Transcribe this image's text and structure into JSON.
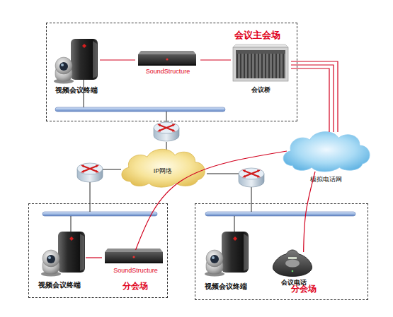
{
  "diagram": {
    "nodes": [
      {
        "text": [
          "会议主会场"
        ]
      },
      {
        "text": [
          "视频会议终端"
        ],
        "in": 0
      },
      {
        "text": [
          "SoundStructure"
        ],
        "in": 0
      },
      {
        "text": [
          "会议桥"
        ],
        "in": 0
      },
      {
        "text": [
          "IP网络"
        ]
      },
      {
        "text": [
          "模拟电话网"
        ]
      },
      {
        "text": [
          "分会场"
        ]
      },
      {
        "text": [
          "视频会议终端"
        ],
        "in": 6
      },
      {
        "text": [
          "SoundStructure"
        ],
        "in": 6
      },
      {
        "text": [
          "分会场"
        ]
      },
      {
        "text": [
          "视频会议终端"
        ],
        "in": 9
      },
      {
        "text": [
          "会议电话"
        ],
        "in": 9
      }
    ],
    "edges": [
      {
        "from": 1,
        "to": 2,
        "arrow": "none"
      },
      {
        "from": 2,
        "to": 3,
        "arrow": "none"
      },
      {
        "from": 3,
        "to": 5,
        "arrow": "none"
      },
      {
        "from": 3,
        "to": 5,
        "arrow": "none"
      },
      {
        "from": 3,
        "to": 5,
        "arrow": "none"
      },
      {
        "from": 8,
        "to": 5,
        "arrow": "none"
      },
      {
        "from": 11,
        "to": 5,
        "arrow": "none"
      },
      {
        "from": 7,
        "to": 8,
        "arrow": "none"
      }
    ]
  }
}
